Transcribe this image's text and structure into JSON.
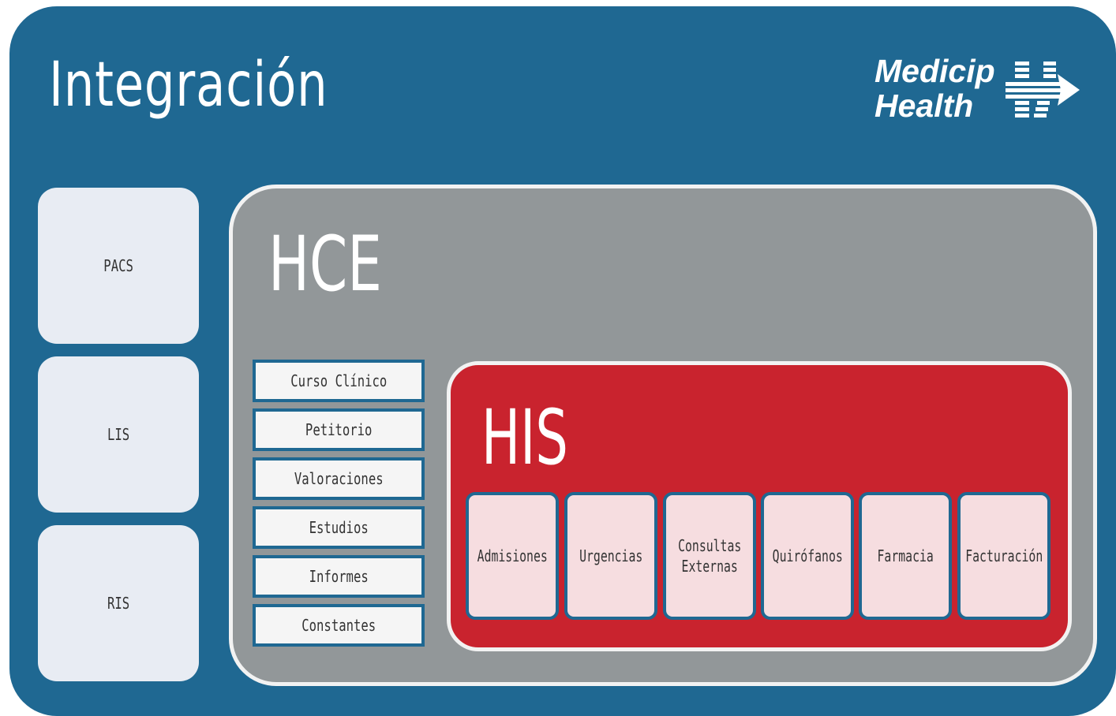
{
  "title": "Integración",
  "logo": {
    "line1": "Medicip",
    "line2": "Health"
  },
  "side_systems": [
    {
      "label": "PACS"
    },
    {
      "label": "LIS"
    },
    {
      "label": "RIS"
    }
  ],
  "hce": {
    "title": "HCE",
    "items": [
      {
        "label": "Curso Clínico"
      },
      {
        "label": "Petitorio"
      },
      {
        "label": "Valoraciones"
      },
      {
        "label": "Estudios"
      },
      {
        "label": "Informes"
      },
      {
        "label": "Constantes"
      }
    ]
  },
  "his": {
    "title": "HIS",
    "modules": [
      {
        "label": "Admisiones"
      },
      {
        "label": "Urgencias"
      },
      {
        "label": "Consultas\nExternas"
      },
      {
        "label": "Quirófanos"
      },
      {
        "label": "Farmacia"
      },
      {
        "label": "Facturación"
      }
    ]
  },
  "colors": {
    "frame": "#1f6892",
    "hce_background": "#929799",
    "his_background": "#c9232e",
    "side_box": "#e8ecf3",
    "his_module": "#f6dde0"
  }
}
